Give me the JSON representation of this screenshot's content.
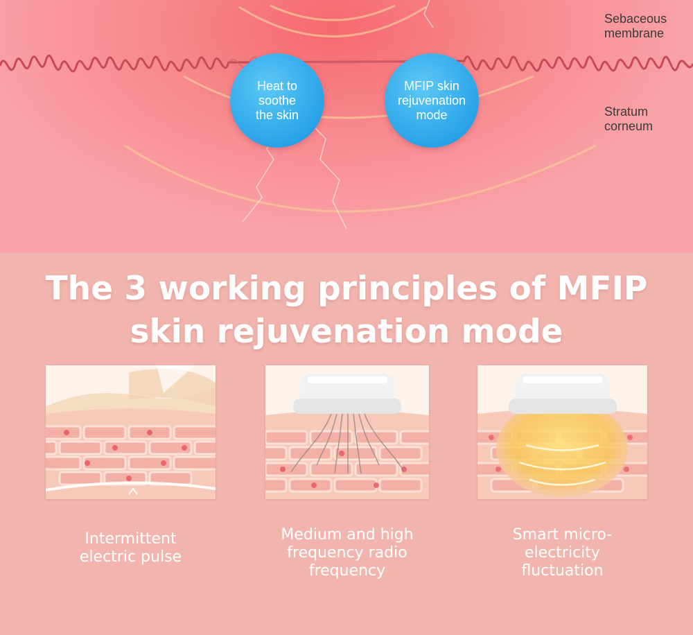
{
  "hero": {
    "bubble_left": "Heat to\nsoothe\nthe skin",
    "bubble_right": "MFIP skin\nrejuvenation\nmode",
    "label_top": "Sebaceous\nmembrane",
    "label_bottom": "Stratum\ncorneum"
  },
  "title": {
    "line1": "The 3 working principles of MFIP",
    "line2": "skin rejuvenation mode"
  },
  "principles": [
    {
      "caption": "Intermittent\nelectric pulse",
      "icon": "skin-layers-icon"
    },
    {
      "caption": "Medium and high\nfrequency radio\nfrequency",
      "icon": "radio-frequency-device-icon"
    },
    {
      "caption": "Smart micro-\nelectricity\nfluctuation",
      "icon": "micro-current-device-icon"
    }
  ],
  "colors": {
    "background": "#f1b5ae",
    "bubble": "#2aa3e8",
    "skin_red": "#f56a6f",
    "text": "#ffffff"
  }
}
